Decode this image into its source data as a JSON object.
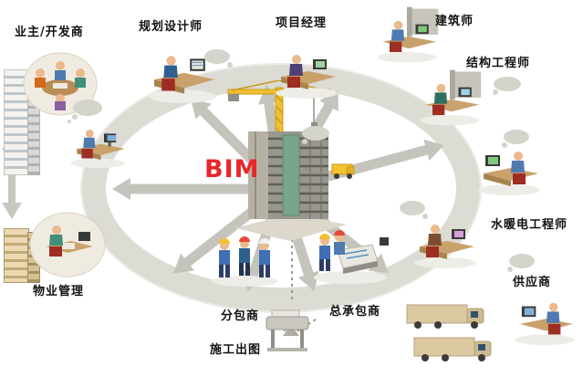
{
  "center": {
    "label": "BIM",
    "color": "#e8262a"
  },
  "stakeholders": [
    {
      "id": "owner-developer",
      "label": "业主/开发商"
    },
    {
      "id": "planning-designer",
      "label": "规划设计师"
    },
    {
      "id": "project-manager",
      "label": "项目经理"
    },
    {
      "id": "architect",
      "label": "建筑师"
    },
    {
      "id": "structural-engineer",
      "label": "结构工程师"
    },
    {
      "id": "mep-engineer",
      "label": "水暖电工程师"
    },
    {
      "id": "supplier",
      "label": "供应商"
    },
    {
      "id": "general-contractor",
      "label": "总承包商"
    },
    {
      "id": "subcontractor",
      "label": "分包商"
    },
    {
      "id": "construction-drawing",
      "label": "施工出图"
    },
    {
      "id": "property-management",
      "label": "物业管理"
    }
  ],
  "colors": {
    "ring": "#dcdbd4",
    "arrow": "#c5c4bc",
    "crane": "#f0c030",
    "bim_red": "#e8262a"
  }
}
